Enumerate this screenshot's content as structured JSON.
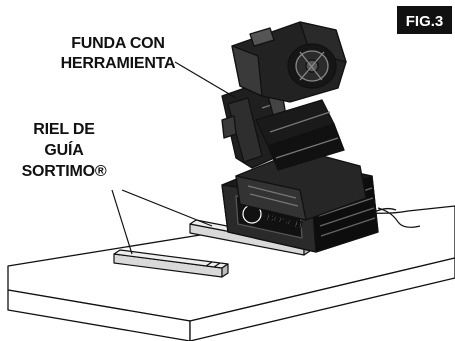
{
  "figure": {
    "label": "FIG.3"
  },
  "labels": {
    "holster_line1": "FUNDA CON",
    "holster_line2": "HERRAMIENTA",
    "rail_line1": "RIEL DE",
    "rail_line2": "GUÍA",
    "rail_line3": "SORTIMO®"
  },
  "brand": {
    "logo_text": "BOSCH"
  },
  "colors": {
    "ink": "#111111",
    "figure_badge": "#111111",
    "rail_fill": "#d9d9d9"
  }
}
